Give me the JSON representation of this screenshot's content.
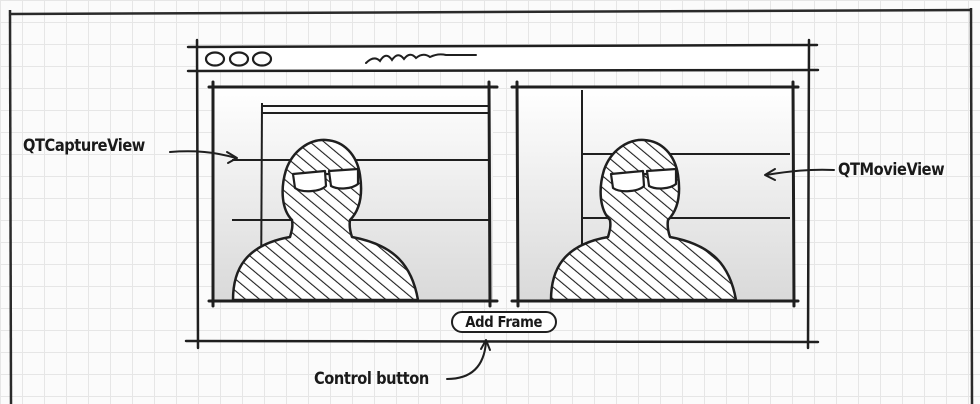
{
  "window": {
    "title_scribble": "window-title-scribble"
  },
  "views": {
    "left_label": "QTCaptureView",
    "right_label": "QTMovieView"
  },
  "control": {
    "button_label": "Add Frame",
    "annotation": "Control button"
  },
  "colors": {
    "ink": "#1f1f1f",
    "grid": "#e6e6e6",
    "pane_gradient_top": "#ffffff",
    "pane_gradient_bottom": "#dcdcdc"
  }
}
